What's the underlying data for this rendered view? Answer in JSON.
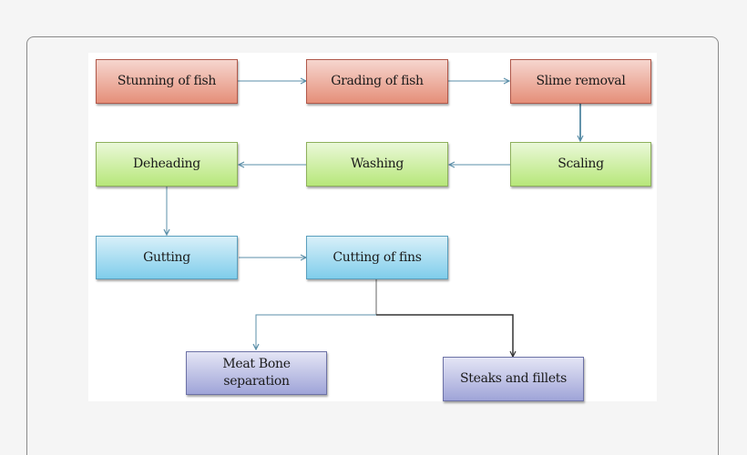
{
  "diagram": {
    "type": "process-flowchart",
    "nodes": [
      {
        "id": "stunning",
        "label": "Stunning of fish",
        "color": "red"
      },
      {
        "id": "grading",
        "label": "Grading of fish",
        "color": "red"
      },
      {
        "id": "slime",
        "label": "Slime removal",
        "color": "red"
      },
      {
        "id": "scaling",
        "label": "Scaling",
        "color": "green"
      },
      {
        "id": "washing",
        "label": "Washing",
        "color": "green"
      },
      {
        "id": "deheading",
        "label": "Deheading",
        "color": "green"
      },
      {
        "id": "gutting",
        "label": "Gutting",
        "color": "blue"
      },
      {
        "id": "fins",
        "label": "Cutting of fins",
        "color": "blue"
      },
      {
        "id": "meatbone",
        "label": "Meat Bone separation",
        "color": "purple"
      },
      {
        "id": "steaks",
        "label": "Steaks and fillets",
        "color": "purple"
      }
    ],
    "edges": [
      {
        "from": "stunning",
        "to": "grading"
      },
      {
        "from": "grading",
        "to": "slime"
      },
      {
        "from": "slime",
        "to": "scaling"
      },
      {
        "from": "scaling",
        "to": "washing"
      },
      {
        "from": "washing",
        "to": "deheading"
      },
      {
        "from": "deheading",
        "to": "gutting"
      },
      {
        "from": "gutting",
        "to": "fins"
      },
      {
        "from": "fins",
        "to": "meatbone"
      },
      {
        "from": "fins",
        "to": "steaks"
      }
    ],
    "colors": {
      "red": "#e58f79",
      "green": "#b7e77a",
      "blue": "#7fcdeb",
      "purple": "#9fa4d8",
      "connector": "#5b8fa8"
    }
  }
}
